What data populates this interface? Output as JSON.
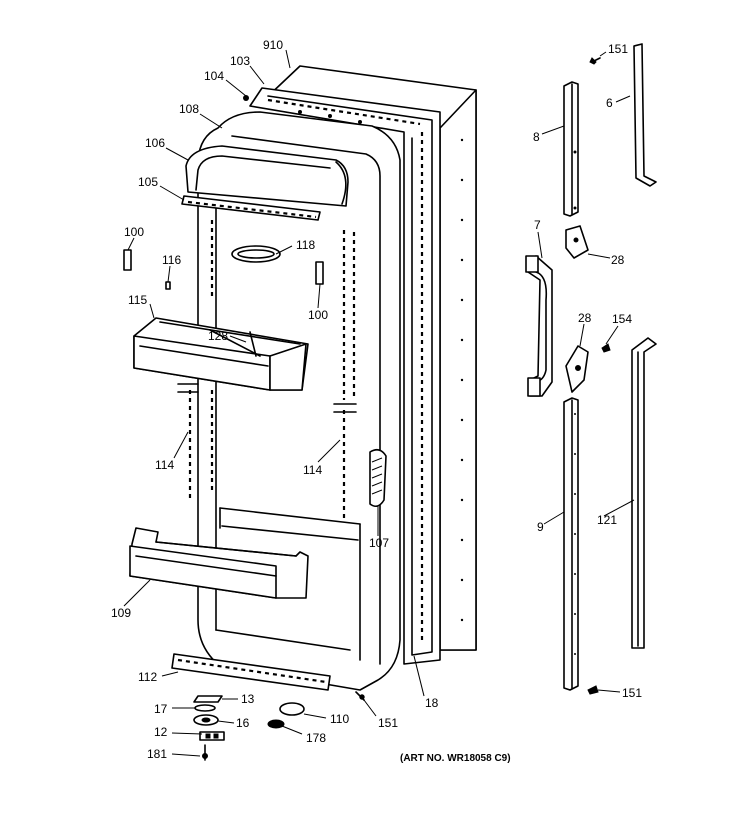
{
  "diagram": {
    "art_number": "(ART NO. WR18058 C9)",
    "labels": {
      "l910": "910",
      "l103": "103",
      "l104": "104",
      "l108": "108",
      "l106": "106",
      "l105": "105",
      "l100a": "100",
      "l116": "116",
      "l118": "118",
      "l100b": "100",
      "l115": "115",
      "l128": "128",
      "l114a": "114",
      "l114b": "114",
      "l107": "107",
      "l109": "109",
      "l112": "112",
      "l13": "13",
      "l17": "17",
      "l16": "16",
      "l12": "12",
      "l181": "181",
      "l110": "110",
      "l178": "178",
      "l151c": "151",
      "l18": "18",
      "l151a": "151",
      "l6": "6",
      "l8": "8",
      "l7": "7",
      "l28a": "28",
      "l28b": "28",
      "l154": "154",
      "l9": "9",
      "l121": "121",
      "l151b": "151"
    }
  }
}
